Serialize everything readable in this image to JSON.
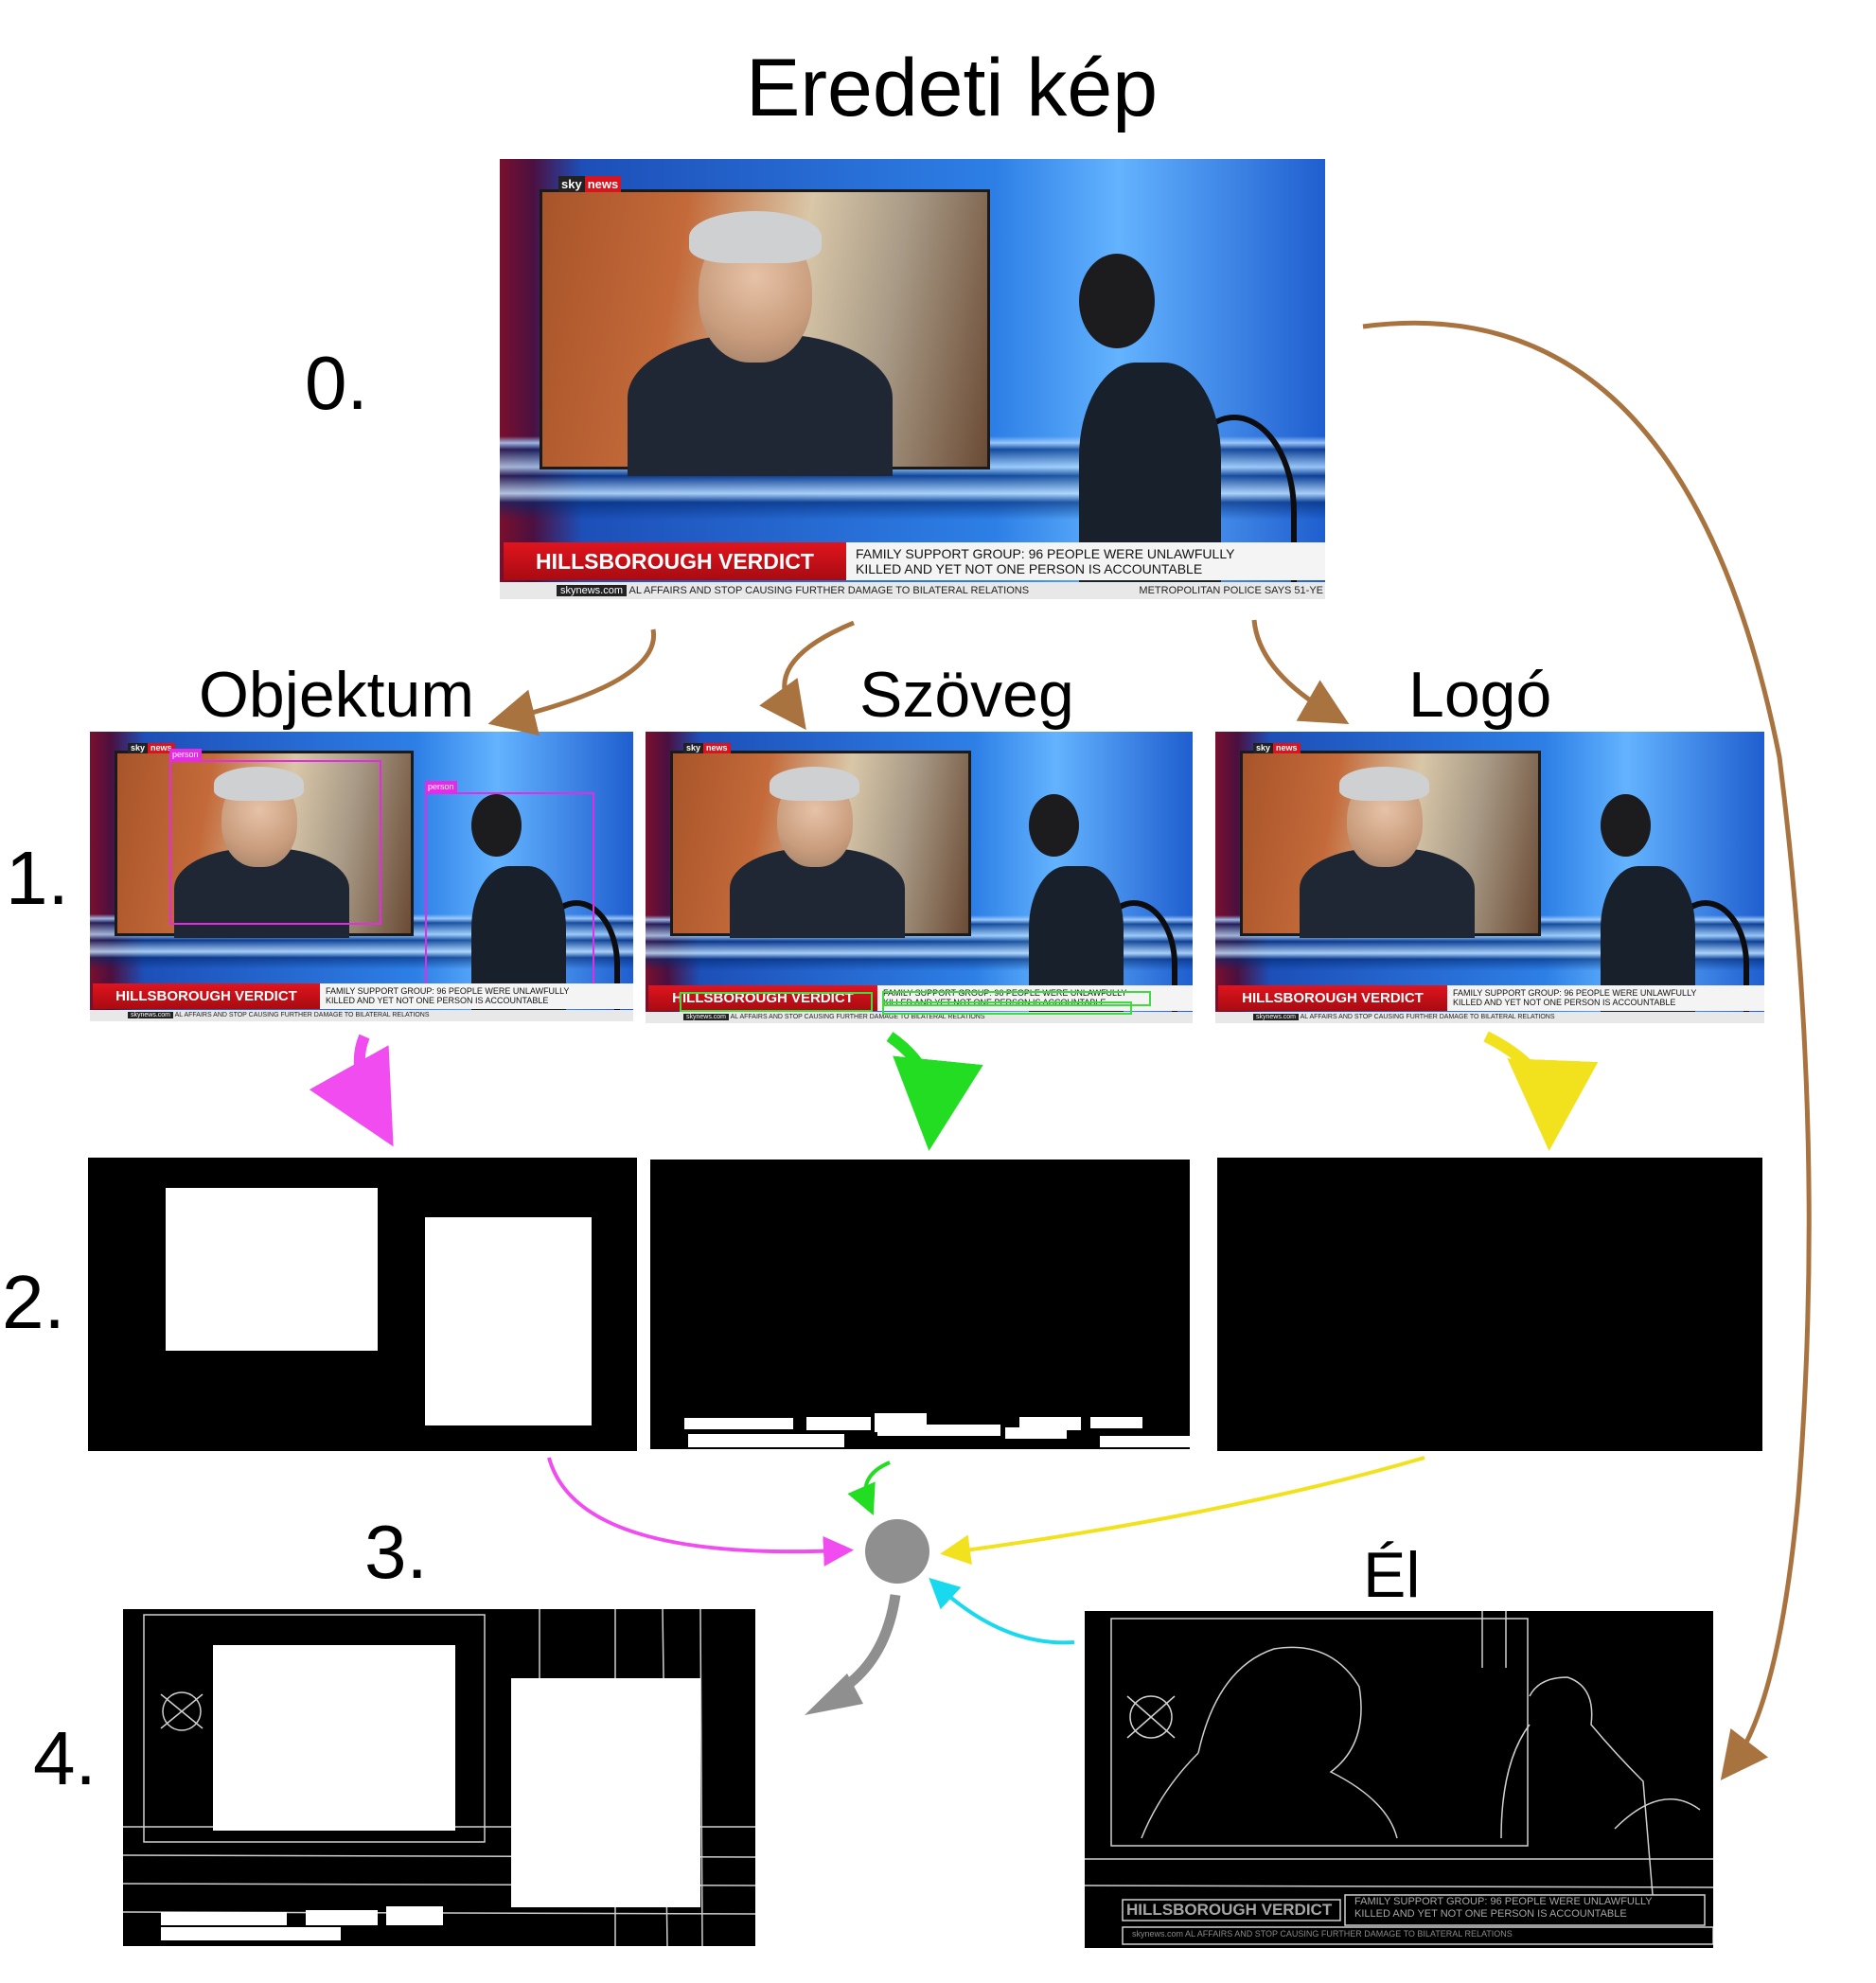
{
  "title": "Eredeti kép",
  "steps": [
    "0.",
    "1.",
    "2.",
    "3.",
    "4."
  ],
  "columns": {
    "object": "Objektum",
    "text": "Szöveg",
    "logo": "Logó",
    "edge": "Él"
  },
  "frame": {
    "logo_sky": "sky",
    "logo_news": "news",
    "headline": "HILLSBOROUGH VERDICT",
    "strap_line1": "FAMILY SUPPORT GROUP: 96 PEOPLE WERE UNLAWFULLY",
    "strap_line2": "KILLED AND YET NOT ONE PERSON IS ACCOUNTABLE",
    "ticker_url": "skynews.com",
    "ticker_text": "AL AFFAIRS AND STOP CAUSING FURTHER DAMAGE TO BILATERAL RELATIONS",
    "ticker_right": "METROPOLITAN POLICE SAYS 51-YE"
  },
  "detections": [
    {
      "label": "person"
    },
    {
      "label": "person"
    }
  ],
  "colors": {
    "flow_main": "#a8733f",
    "object": "#f04cf0",
    "text": "#22dd22",
    "logo": "#f2e21d",
    "edge": "#19d9ee",
    "merge": "#8f8f8f"
  }
}
